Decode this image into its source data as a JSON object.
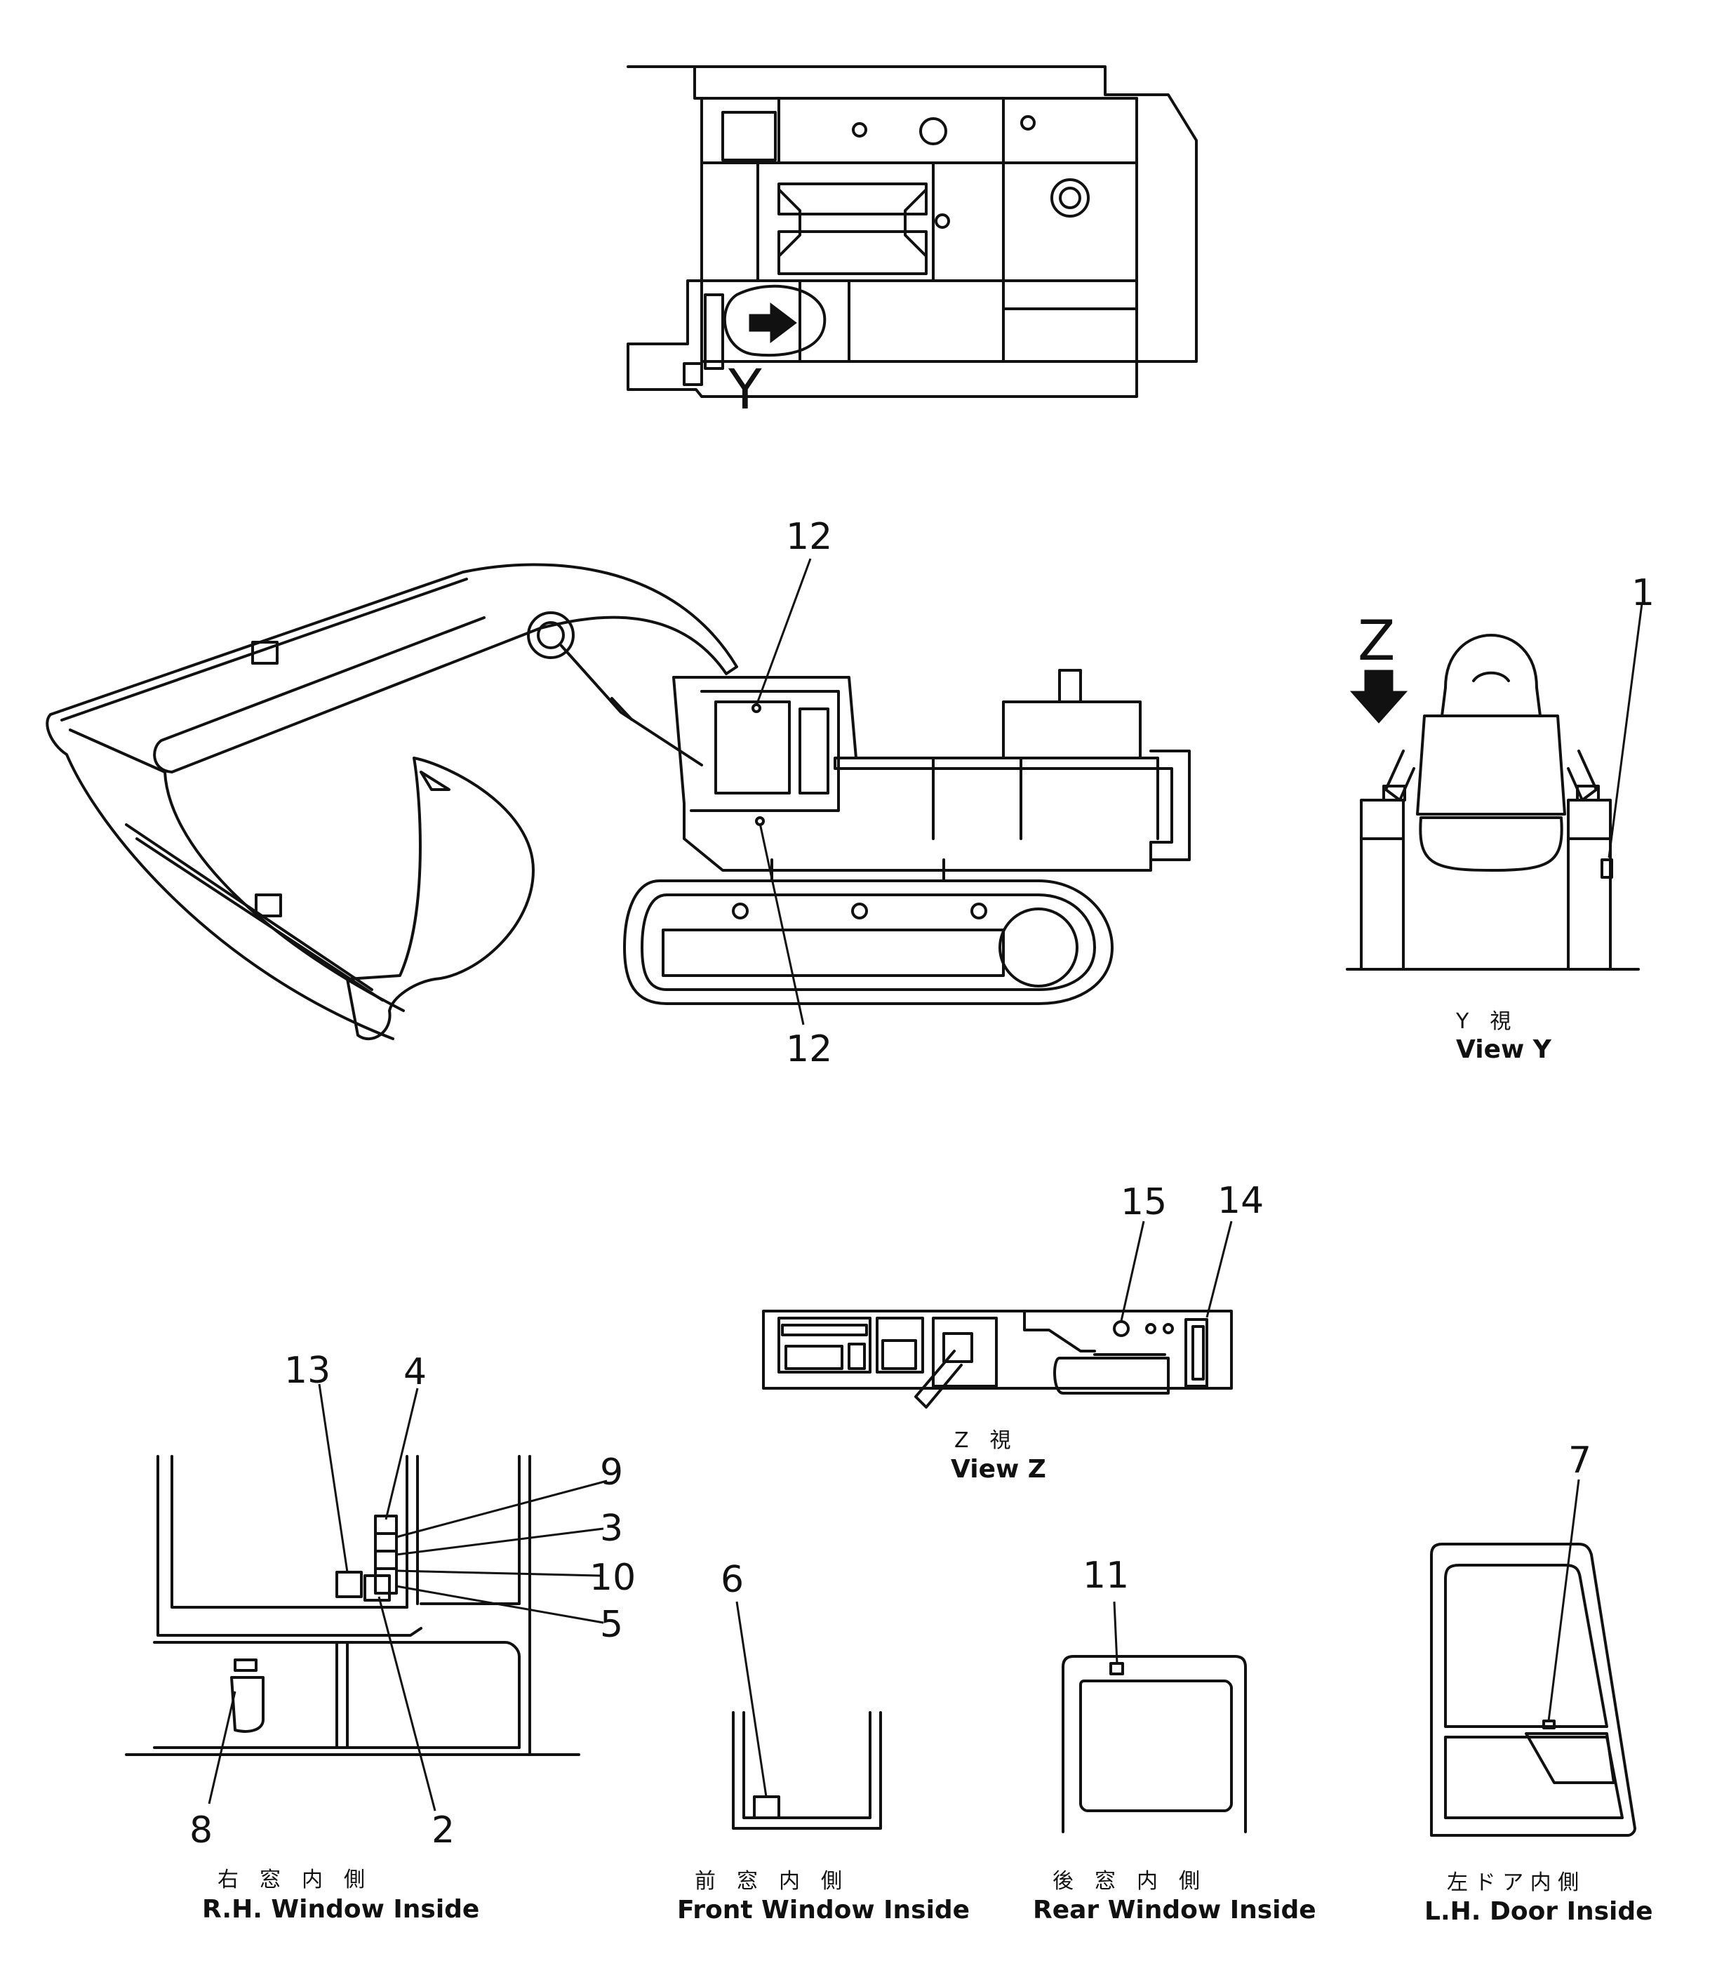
{
  "top_view": {
    "marker": "Y"
  },
  "side_view": {
    "callouts": [
      "12",
      "12"
    ]
  },
  "view_y": {
    "marker": "Z",
    "callouts": [
      "1"
    ],
    "caption_jp": "Y　視",
    "caption_en": "View Y"
  },
  "view_z": {
    "callouts": [
      "15",
      "14"
    ],
    "caption_jp": "Z　視",
    "caption_en": "View Z"
  },
  "rh_window": {
    "callouts": [
      "13",
      "4",
      "9",
      "3",
      "10",
      "5",
      "8",
      "2"
    ],
    "caption_jp": "右　窓　内　側",
    "caption_en": "R.H. Window Inside"
  },
  "front_window": {
    "callouts": [
      "6"
    ],
    "caption_jp": "前　窓　内　側",
    "caption_en": "Front Window Inside"
  },
  "rear_window": {
    "callouts": [
      "11"
    ],
    "caption_jp": "後　窓　内　側",
    "caption_en": "Rear Window Inside"
  },
  "lh_door": {
    "callouts": [
      "7"
    ],
    "caption_jp": "左 ド ア 内 側",
    "caption_en": "L.H. Door Inside"
  }
}
